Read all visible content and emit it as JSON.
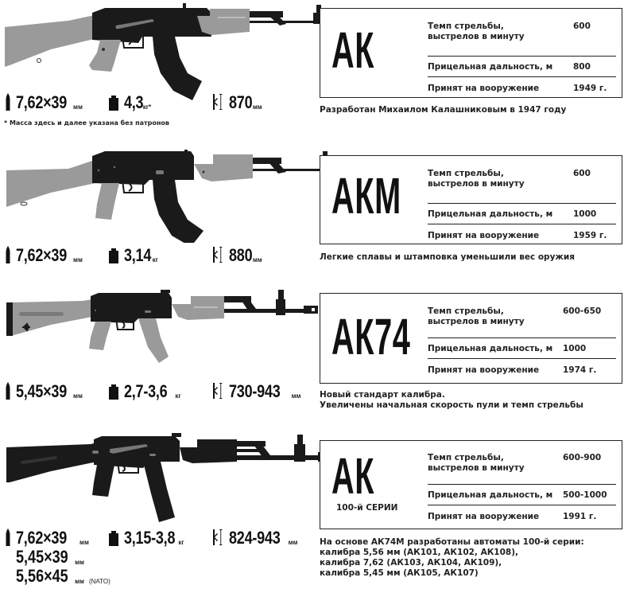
{
  "colors": {
    "metal": "#1a1a1a",
    "furniture": "#9a9a9a",
    "border": "#222222",
    "text": "#222222"
  },
  "spec_labels": {
    "rate_of_fire": "Темп стрельбы,\nвыстрелов в минуту",
    "rate_of_fire_line1": "Темп стрельбы,",
    "rate_of_fire_line2": "выстрелов в минуту",
    "sighting_range": "Прицельная дальность, м",
    "adopted": "Принят на вооружение"
  },
  "icons": {
    "caliber": "bullet-icon",
    "weight": "weight-icon",
    "length": "length-icon"
  },
  "weapons": [
    {
      "model": "АК",
      "model_subtitle": "",
      "caliber": [
        "7,62×39"
      ],
      "caliber_unit": "мм",
      "weight": "4,3",
      "weight_unit": "кг*",
      "length": "870",
      "length_unit": "мм",
      "footnote": "* Масса здесь и далее указана без патронов",
      "rate_of_fire": "600",
      "sighting_range": "800",
      "adopted": "1949 г.",
      "note": [
        "Разработан Михаилом Калашниковым в 1947 году"
      ]
    },
    {
      "model": "АКМ",
      "model_subtitle": "",
      "caliber": [
        "7,62×39"
      ],
      "caliber_unit": "мм",
      "weight": "3,14",
      "weight_unit": "кг",
      "length": "880",
      "length_unit": "мм",
      "rate_of_fire": "600",
      "sighting_range": "1000",
      "adopted": "1959 г.",
      "note": [
        "Легкие сплавы и штамповка уменьшили вес оружия"
      ]
    },
    {
      "model": "АК74",
      "model_subtitle": "",
      "caliber": [
        "5,45×39"
      ],
      "caliber_unit": "мм",
      "weight": "2,7-3,6",
      "weight_unit": "кг",
      "length": "730-943",
      "length_unit": "мм",
      "rate_of_fire": "600-650",
      "sighting_range": "1000",
      "adopted": "1974 г.",
      "note": [
        "Новый стандарт калибра.",
        "Увеличены начальная скорость пули и темп стрельбы"
      ]
    },
    {
      "model": "АК",
      "model_subtitle": "100-й СЕРИИ",
      "caliber": [
        "7,62×39",
        "5,45×39",
        "5,56×45"
      ],
      "caliber_unit": "мм",
      "caliber_extra": "(NATO)",
      "weight": "3,15-3,8",
      "weight_unit": "кг",
      "length": "824-943",
      "length_unit": "мм",
      "rate_of_fire": "600-900",
      "sighting_range": "500-1000",
      "adopted": "1991 г.",
      "note": [
        "На основе АК74М разработаны автоматы 100-й серии:",
        "калибра 5,56 мм (АК101, АК102, АК108),",
        "калибра 7,62 (АК103, АК104, АК109),",
        "калибра 5,45 мм (АК105, АК107)"
      ]
    }
  ]
}
